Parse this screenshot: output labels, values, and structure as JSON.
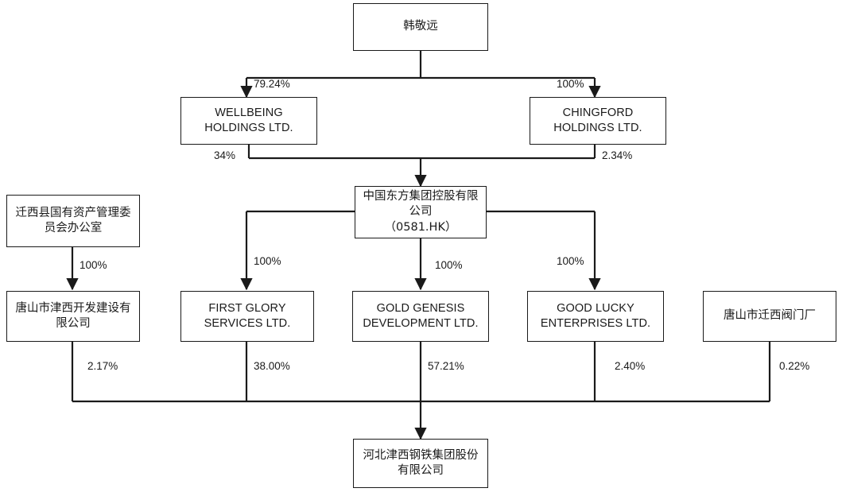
{
  "diagram": {
    "title": "Shareholding structure chart",
    "line_color": "#1a1a1a",
    "box_fill": "#ffffff",
    "nodes": {
      "han_jingyuan": "韩敬远",
      "wellbeing": "WELLBEING HOLDINGS LTD.",
      "chingford": "CHINGFORD HOLDINGS LTD.",
      "china_oriental": "中国东方集团控股有限公司\n（0581.HK）",
      "china_oriental_line1": "中国东方集团控股有限公司",
      "china_oriental_line2": "（0581.HK）",
      "qianxi_sasac": "迁西县国有资产管理委员会办公室",
      "tangshan_jinxi_dev": "唐山市津西开发建设有限公司",
      "first_glory": "FIRST GLORY SERVICES LTD.",
      "gold_genesis": "GOLD GENESIS DEVELOPMENT LTD.",
      "good_lucky": "GOOD LUCKY ENTERPRISES LTD.",
      "tangshan_valve": "唐山市迁西阀门厂",
      "hebei_jinxi": "河北津西钢铁集团股份有限公司"
    },
    "edge_labels": {
      "han_to_wellbeing": "79.24%",
      "han_to_chingford": "100%",
      "wellbeing_to_oriental": "34%",
      "chingford_to_oriental": "2.34%",
      "sasac_to_dev": "100%",
      "oriental_to_first_glory": "100%",
      "oriental_to_gold_genesis": "100%",
      "oriental_to_good_lucky": "100%",
      "dev_to_hebei": "2.17%",
      "first_glory_to_hebei": "38.00%",
      "gold_genesis_to_hebei": "57.21%",
      "good_lucky_to_hebei": "2.40%",
      "valve_to_hebei": "0.22%"
    }
  }
}
